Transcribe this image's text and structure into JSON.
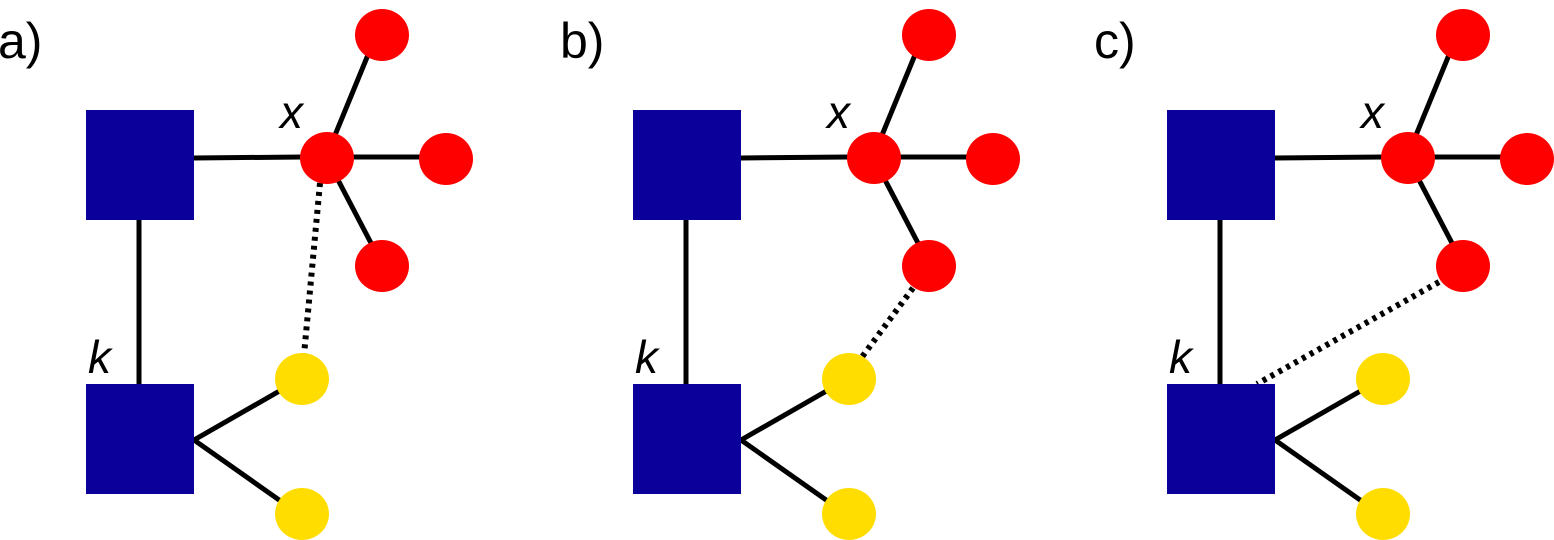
{
  "panels": [
    {
      "label": "a)",
      "x_label": "x",
      "k_label": "k",
      "dotted_link": "x-to-yellow-top"
    },
    {
      "label": "b)",
      "x_label": "x",
      "k_label": "k",
      "dotted_link": "red-bottom-to-yellow-top"
    },
    {
      "label": "c)",
      "x_label": "x",
      "k_label": "k",
      "dotted_link": "red-bottom-to-k"
    }
  ],
  "colors": {
    "square": "#0c009a",
    "red": "#ff0000",
    "yellow": "#ffdd00",
    "edge": "#000000"
  }
}
